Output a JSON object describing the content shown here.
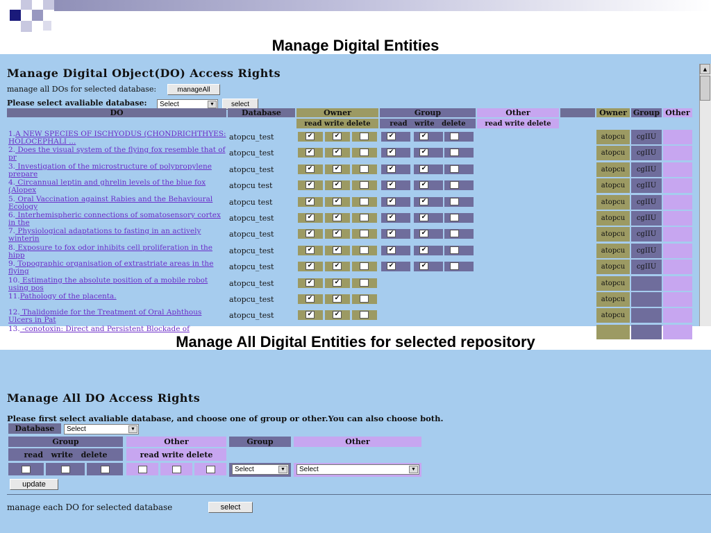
{
  "slide": {
    "title1": "Manage Digital Entities",
    "title2": "Manage All Digital Entities  for selected repository"
  },
  "screen1": {
    "heading": "Manage Digital Object(DO) Access Rights",
    "manage_all_text": "manage all DOs for selected database:",
    "manage_all_button": "manageAll",
    "select_db_label": "Please select avaliable database:",
    "select_value": "Select",
    "select_button": "select",
    "headers": {
      "do": "DO",
      "database": "Database",
      "owner": "Owner",
      "group": "Group",
      "other": "Other",
      "owner2": "Owner",
      "group2": "Group",
      "other2": "Other",
      "owner_sub": "read write delete",
      "group_sub": "read   write   delete",
      "other_sub": "read write delete"
    },
    "rows": [
      {
        "num": "1.",
        "title": "A NEW SPECIES OF ISCHYODUS (CHONDRICHTHYES: HOLOCEPHALI ...",
        "db": "atopcu_test",
        "owner_perm": [
          true,
          true,
          false
        ],
        "group_perm": [
          true,
          true,
          false
        ],
        "owner": "atopcu",
        "group": "cgIIU"
      },
      {
        "num": "2.",
        "title": " Does the visual system of the flying fox resemble that of pr",
        "db": "atopcu_test",
        "owner_perm": [
          true,
          true,
          false
        ],
        "group_perm": [
          true,
          true,
          false
        ],
        "owner": "atopcu",
        "group": "cgIIU"
      },
      {
        "num": "3.",
        "title": " Investigation of the microstructure of polypropylene prepare",
        "db": "atopcu_test",
        "owner_perm": [
          true,
          true,
          false
        ],
        "group_perm": [
          true,
          true,
          false
        ],
        "owner": "atopcu",
        "group": "cgIIU"
      },
      {
        "num": "4.",
        "title": " Circannual leptin and ghrelin levels of the blue fox (Alopex",
        "db": "atopcu  test",
        "owner_perm": [
          true,
          true,
          false
        ],
        "group_perm": [
          true,
          true,
          false
        ],
        "owner": "atopcu",
        "group": "cgIIU"
      },
      {
        "num": "5.",
        "title": " Oral Vaccination against Rabies and the Behavioural Ecology",
        "db": "atopcu  test",
        "owner_perm": [
          true,
          true,
          false
        ],
        "group_perm": [
          true,
          true,
          false
        ],
        "owner": "atopcu",
        "group": "cgIIU"
      },
      {
        "num": "6.",
        "title": " Interhemispheric connections of somatosensory cortex in the",
        "db": "atopcu_test",
        "owner_perm": [
          true,
          true,
          false
        ],
        "group_perm": [
          true,
          true,
          false
        ],
        "owner": "atopcu",
        "group": "cgIIU"
      },
      {
        "num": "7.",
        "title": " Physiological adaptations to fasting in an actively winterin",
        "db": "atopcu_test",
        "owner_perm": [
          true,
          true,
          false
        ],
        "group_perm": [
          true,
          true,
          false
        ],
        "owner": "atopcu",
        "group": "cgIIU"
      },
      {
        "num": "8.",
        "title": " Exposure to fox odor inhibits cell proliferation in the hipp",
        "db": "atopcu_test",
        "owner_perm": [
          true,
          true,
          false
        ],
        "group_perm": [
          true,
          true,
          false
        ],
        "owner": "atopcu",
        "group": "cgIIU"
      },
      {
        "num": "9.",
        "title": " Topographic organisation of extrastriate areas in the flying",
        "db": "atopcu_test",
        "owner_perm": [
          true,
          true,
          false
        ],
        "group_perm": [
          true,
          true,
          false
        ],
        "owner": "atopcu",
        "group": "cgIIU"
      },
      {
        "num": "10.",
        "title": " Estimating the absolute position of a mobile robot using pos",
        "db": "atopcu_test",
        "owner_perm": [
          true,
          true,
          false
        ],
        "group_perm": null,
        "owner": "atopcu",
        "group": ""
      },
      {
        "num": "11.",
        "title": "Pathology of the placenta.",
        "db": "atopcu_test",
        "owner_perm": [
          true,
          true,
          false
        ],
        "group_perm": null,
        "owner": "atopcu",
        "group": ""
      },
      {
        "num": "12.",
        "title": " Thalidomide for the Treatment of Oral Aphthous Ulcers in Pat",
        "db": "atopcu_test",
        "owner_perm": [
          true,
          true,
          false
        ],
        "group_perm": null,
        "owner": "atopcu",
        "group": ""
      },
      {
        "num": "13.",
        "title": " -conotoxin: Direct and Persistent Blockade of",
        "db": "",
        "owner_perm": null,
        "group_perm": null,
        "owner": "",
        "group": ""
      }
    ]
  },
  "screen2": {
    "heading": "Manage All DO Access Rights",
    "instructions": "Please first select avaliable database, and choose one of group or other.You can also choose both.",
    "database_label": "Database",
    "database_select": "Select",
    "group": "Group",
    "other": "Other",
    "group_sub": "read   write   delete",
    "other_sub": "read write delete",
    "group_select": "Select",
    "other_select": "Select",
    "update_button": "update",
    "manage_each_text": "manage each DO for selected database",
    "select_button": "select"
  }
}
